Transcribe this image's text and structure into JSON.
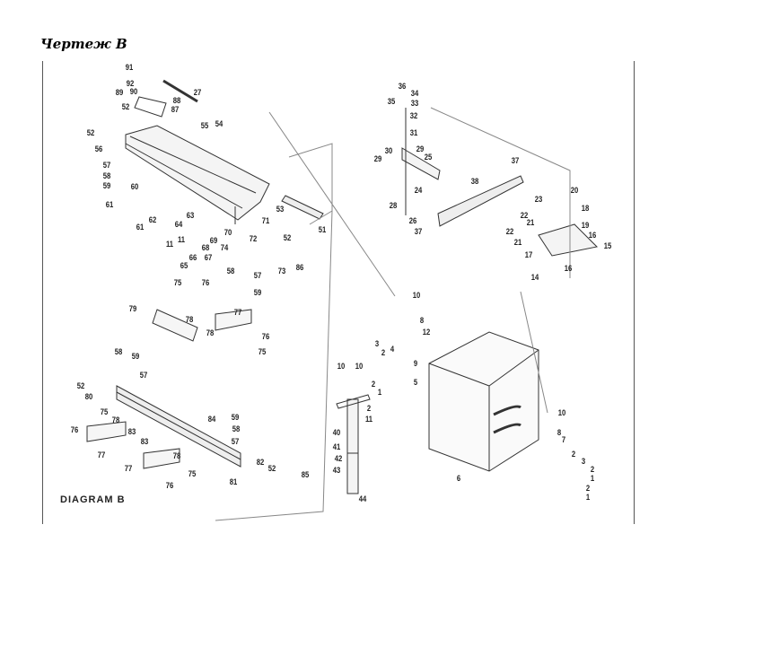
{
  "title": "Чертеж B",
  "diagram_label": "DIAGRAM B",
  "part_labels": [
    "91",
    "92",
    "90",
    "89",
    "88",
    "27",
    "87",
    "52",
    "52",
    "55",
    "54",
    "56",
    "57",
    "58",
    "59",
    "60",
    "61",
    "62",
    "61",
    "63",
    "64",
    "70",
    "11",
    "69",
    "11",
    "68",
    "67",
    "66",
    "65",
    "74",
    "72",
    "71",
    "53",
    "52",
    "73",
    "86",
    "51",
    "58",
    "57",
    "59",
    "75",
    "76",
    "77",
    "79",
    "78",
    "78",
    "76",
    "75",
    "58",
    "59",
    "57",
    "52",
    "80",
    "75",
    "78",
    "76",
    "83",
    "83",
    "77",
    "78",
    "84",
    "59",
    "58",
    "57",
    "82",
    "52",
    "85",
    "77",
    "75",
    "76",
    "81",
    "36",
    "34",
    "35",
    "33",
    "32",
    "31",
    "30",
    "29",
    "29",
    "25",
    "24",
    "28",
    "26",
    "37",
    "38",
    "37",
    "23",
    "20",
    "22",
    "21",
    "18",
    "19",
    "22",
    "21",
    "17",
    "16",
    "15",
    "16",
    "14",
    "10",
    "8",
    "12",
    "3",
    "2",
    "4",
    "9",
    "5",
    "2",
    "1",
    "10",
    "10",
    "2",
    "11",
    "40",
    "41",
    "42",
    "43",
    "44",
    "6",
    "10",
    "8",
    "7",
    "2",
    "3",
    "2",
    "1",
    "2",
    "1"
  ]
}
